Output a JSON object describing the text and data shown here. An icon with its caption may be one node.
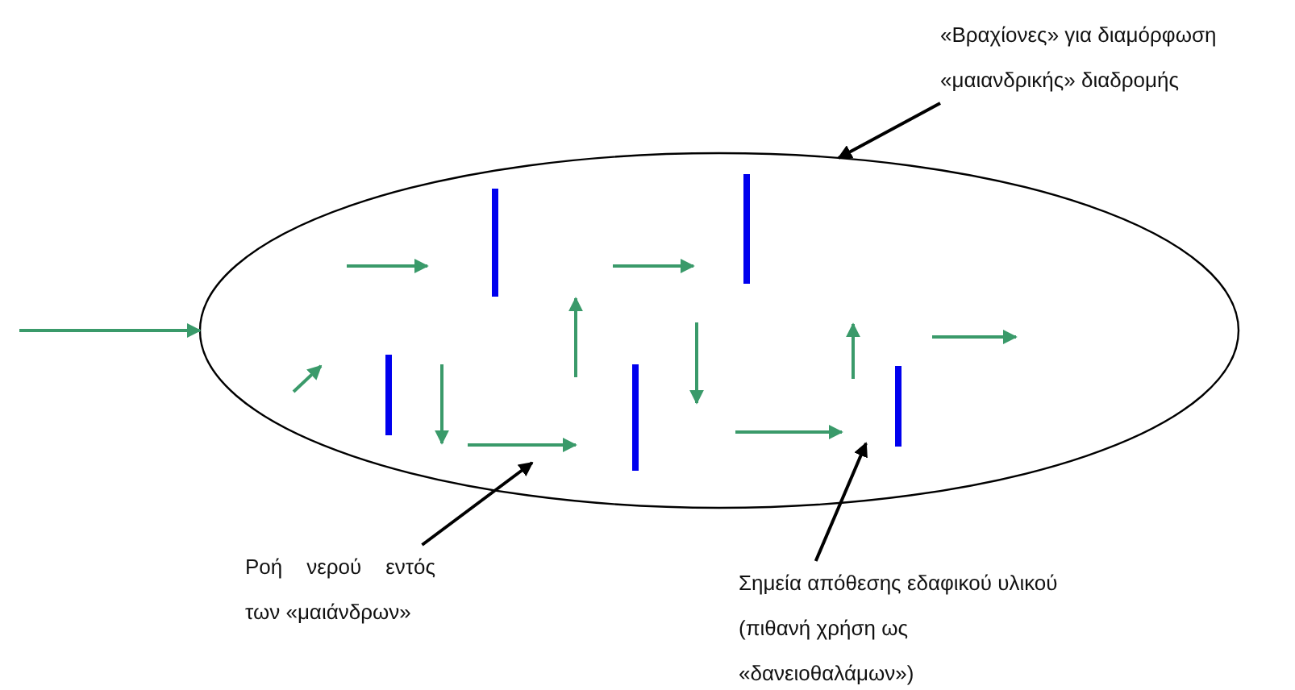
{
  "diagram": {
    "nodes": [
      {
        "text": [
          "«Βραχίονες» για διαμόρφωση «μαιανδρικής» διαδρομής"
        ]
      },
      {
        "text": [
          "Ροή νερού εντός των «μαιάνδρων»"
        ]
      },
      {
        "text": [
          "Σημεία απόθεσης εδαφικού υλικού (πιθανή χρήση ως «δανειοθαλάμων»)"
        ]
      },
      {
        "text": [],
        "shape": "ellipse"
      }
    ],
    "edges": [
      {
        "from": 0,
        "to": 3,
        "arrow": "to"
      },
      {
        "from": 1,
        "to": 3,
        "arrow": "to"
      },
      {
        "from": 2,
        "to": 3,
        "arrow": "to"
      },
      {
        "from": null,
        "to": 3,
        "arrow": "to",
        "color": "#3a9a6a"
      }
    ]
  }
}
